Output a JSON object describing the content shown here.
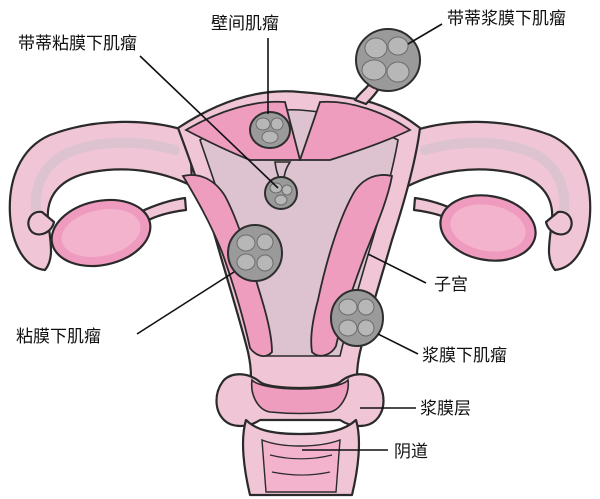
{
  "labels": {
    "pedunculated_submucosal": "带蒂粘膜下肌瘤",
    "intramural": "壁间肌瘤",
    "pedunculated_subserosal": "带蒂浆膜下肌瘤",
    "uterus": "子宫",
    "submucosal": "粘膜下肌瘤",
    "subserosal": "浆膜下肌瘤",
    "serosa": "浆膜层",
    "vagina": "阴道"
  },
  "colors": {
    "wall_pink": "#f0c6d6",
    "cavity_pink": "#ee9dbe",
    "inner_muscle": "#dcc3cf",
    "ovary_pink": "#ef9bbf",
    "fibroid_gray": "#9a9a9a",
    "outline": "#2a2a2a"
  }
}
